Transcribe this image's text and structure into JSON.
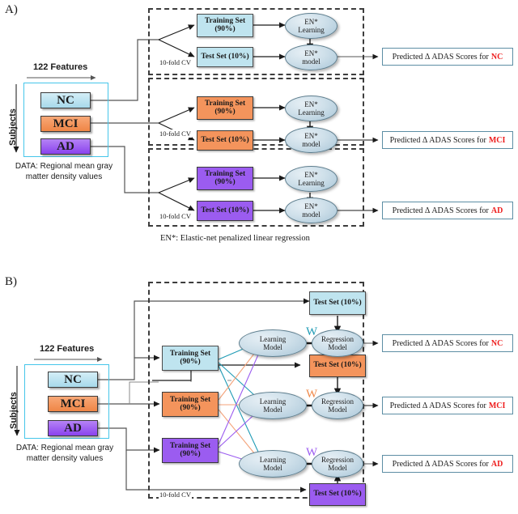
{
  "figure": {
    "panel_a_letter": "A)",
    "panel_b_letter": "B)",
    "footnote_a": "EN*: Elastic-net penalized linear regression",
    "cv_label": "10-fold CV",
    "features_label": "122 Features",
    "subjects_label": "Subjects",
    "data_caption_line1": "DATA: Regional mean gray",
    "data_caption_line2": "matter density values",
    "w_label": "W"
  },
  "groups": [
    {
      "key": "NC",
      "label": "NC",
      "color": "#a7d9ea"
    },
    {
      "key": "MCI",
      "label": "MCI",
      "color": "#ef8646"
    },
    {
      "key": "AD",
      "label": "AD",
      "color": "#8a42ee"
    }
  ],
  "panel_a": {
    "training_label_line1": "Training Set",
    "training_label_line2": "(90%)",
    "test_label": "Test Set (10%)",
    "learning_line1": "EN*",
    "learning_line2": "Learning",
    "model_line1": "EN*",
    "model_line2": "model",
    "rows": [
      {
        "group": "NC",
        "training": "Training Set",
        "training_pct": "(90%)",
        "test": "Test Set (10%)",
        "prediction_prefix": "Predicted Δ ADAS Scores for",
        "prediction_group": "NC"
      },
      {
        "group": "MCI",
        "training": "Training Set",
        "training_pct": "(90%)",
        "test": "Test Set (10%)",
        "prediction_prefix": "Predicted Δ ADAS Scores for",
        "prediction_group": "MCI"
      },
      {
        "group": "AD",
        "training": "Training Set",
        "training_pct": "(90%)",
        "test": "Test Set (10%)",
        "prediction_prefix": "Predicted Δ ADAS Scores for",
        "prediction_group": "AD"
      }
    ]
  },
  "panel_b": {
    "training_label_line1": "Training Set",
    "training_label_line2": "(90%)",
    "test_label": "Test Set (10%)",
    "learning_line1": "Learning",
    "learning_line2": "Model",
    "regression_line1": "Regression",
    "regression_line2": "Model",
    "rows": [
      {
        "group": "NC",
        "training": "Training Set",
        "training_pct": "(90%)",
        "test": "Test Set (10%)",
        "w": "W",
        "w_color": "#1f9bb5",
        "prediction_prefix": "Predicted Δ  ADAS Scores for",
        "prediction_group": "NC"
      },
      {
        "group": "MCI",
        "training": "Training Set",
        "training_pct": "(90%)",
        "test": "Test Set (10%)",
        "w": "W",
        "w_color": "#f08a4b",
        "prediction_prefix": "Predicted Δ  ADAS Scores for",
        "prediction_group": "MCI"
      },
      {
        "group": "AD",
        "training": "Training Set",
        "training_pct": "(90%)",
        "test": "Test Set (10%)",
        "w": "W",
        "w_color": "#9b5cf0",
        "prediction_prefix": "Predicted Δ  ADAS Scores for",
        "prediction_group": "AD"
      }
    ]
  },
  "colors": {
    "nc": "#bfe4ef",
    "mci": "#f4945c",
    "ad": "#9b5cf0",
    "prediction_group_text": "#ee1c1c",
    "cyan_frame": "#45c6ea",
    "dashed_border": "#3d3d3d"
  }
}
